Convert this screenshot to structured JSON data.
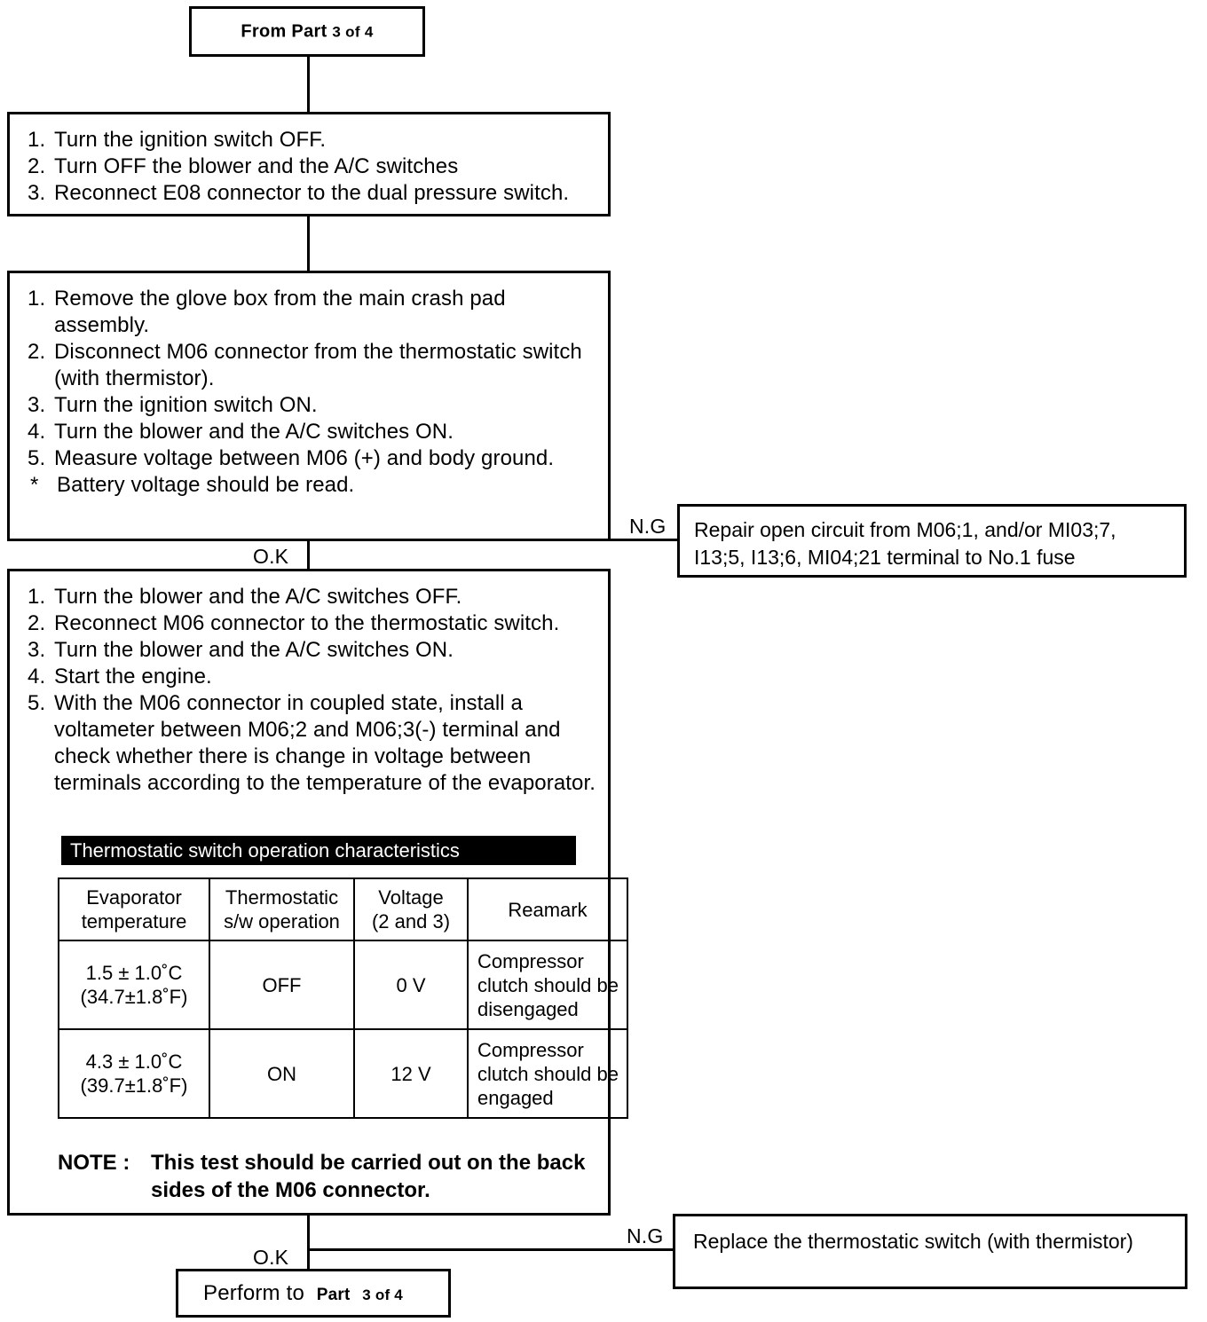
{
  "top_terminal": {
    "prefix": "From Part",
    "part": "3 of 4"
  },
  "bottom_terminal": {
    "prefix": "Perform to",
    "part_word": "Part",
    "part": "3 of 4"
  },
  "branch_labels": {
    "ok_1": "O.K",
    "ok_2": "O.K",
    "ng_1": "N.G",
    "ng_2": "N.G"
  },
  "step_box_1": {
    "steps": [
      {
        "num": "1.",
        "text": "Turn the ignition switch OFF."
      },
      {
        "num": "2.",
        "text": "Turn OFF the blower and the A/C switches"
      },
      {
        "num": "3.",
        "text": "Reconnect E08 connector to the dual pressure switch."
      }
    ]
  },
  "step_box_2": {
    "steps": [
      {
        "num": "1.",
        "text": "Remove the glove box from the main crash pad assembly."
      },
      {
        "num": "2.",
        "text": "Disconnect M06 connector from the thermostatic switch (with thermistor)."
      },
      {
        "num": "3.",
        "text": "Turn the ignition switch ON."
      },
      {
        "num": "4.",
        "text": "Turn the blower and the A/C switches ON."
      },
      {
        "num": "5.",
        "text": "Measure voltage between M06 (+) and body ground."
      },
      {
        "num": "*",
        "text": "Battery voltage should be read."
      }
    ]
  },
  "step_box_3": {
    "steps": [
      {
        "num": "1.",
        "text": "Turn the blower and the A/C switches OFF."
      },
      {
        "num": "2.",
        "text": "Reconnect M06 connector to the thermostatic switch."
      },
      {
        "num": "3.",
        "text": "Turn the blower and the A/C switches ON."
      },
      {
        "num": "4.",
        "text": "Start the engine."
      },
      {
        "num": "5.",
        "text": "With the M06 connector in coupled state, install a voltameter between M06;2 and M06;3(-) terminal and check whether there is change in voltage between terminals according to the temperature of the evaporator."
      }
    ],
    "note": {
      "tag": "NOTE :",
      "body": "This test should be carried out on the back sides of the M06 connector."
    }
  },
  "ng_box_1": {
    "line1": "Repair open circuit from M06;1, and/or MI03;7,",
    "line2": "I13;5, I13;6, MI04;21 terminal to No.1 fuse"
  },
  "ng_box_2": {
    "text": "Replace the thermostatic switch (with thermistor)"
  },
  "chart_data": {
    "type": "table",
    "title": "Thermostatic switch operation characteristics",
    "columns": [
      "Evaporator temperature",
      "Thermostatic s/w operation",
      "Voltage (2 and 3)",
      "Reamark"
    ],
    "column_lines": [
      [
        "Evaporator",
        "temperature"
      ],
      [
        "Thermostatic",
        "s/w operation"
      ],
      [
        "Voltage",
        "(2 and 3)"
      ],
      [
        "Reamark"
      ]
    ],
    "rows": [
      {
        "temperature_c": "1.5 ± 1.0˚C",
        "temperature_f": "(34.7±1.8˚F)",
        "operation": "OFF",
        "voltage": "0 V",
        "remark": "Compressor clutch should be disengaged"
      },
      {
        "temperature_c": "4.3 ± 1.0˚C",
        "temperature_f": "(39.7±1.8˚F)",
        "operation": "ON",
        "voltage": "12 V",
        "remark": "Compressor clutch should be engaged"
      }
    ]
  },
  "colors": {
    "ink": "#000000",
    "paper": "#ffffff",
    "title_bar_bg": "#000000",
    "title_bar_fg": "#ffffff"
  }
}
